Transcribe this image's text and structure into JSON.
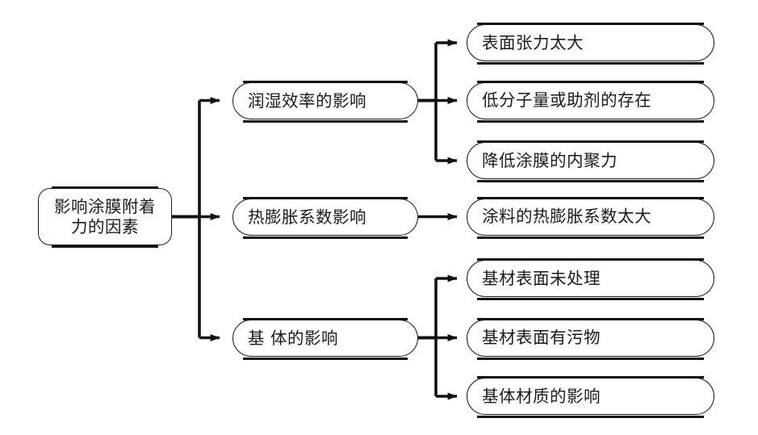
{
  "diagram": {
    "type": "tree-flowchart",
    "orientation": "left-to-right",
    "background_color": "#ffffff",
    "line_color": "#121212",
    "box_fill": "#ffffff",
    "box_border_color": "#1b1b1b",
    "text_color": "#1a1a1a",
    "root": {
      "label": "影响涂膜附着\n力的因素",
      "name": "root-node"
    },
    "branches": [
      {
        "name": "branch-wetting-efficiency",
        "label": "润湿效率的影响",
        "children": [
          {
            "name": "leaf-surface-tension-too-high",
            "label": "表面张力太大"
          },
          {
            "name": "leaf-low-molecular-weight-or-additives",
            "label": "低分子量或助剂的存在"
          },
          {
            "name": "leaf-reduced-film-cohesion",
            "label": "降低涂膜的内聚力"
          }
        ]
      },
      {
        "name": "branch-thermal-expansion",
        "label": "热膨胀系数影响",
        "children": [
          {
            "name": "leaf-coating-thermal-expansion-too-large",
            "label": "涂料的热膨胀系数太大"
          }
        ]
      },
      {
        "name": "branch-substrate-influence",
        "label": "基 体的影响",
        "children": [
          {
            "name": "leaf-substrate-surface-untreated",
            "label": "基材表面未处理"
          },
          {
            "name": "leaf-substrate-surface-contaminated",
            "label": "基材表面有污物"
          },
          {
            "name": "leaf-substrate-material-influence",
            "label": "基体材质的影响"
          }
        ]
      }
    ]
  }
}
